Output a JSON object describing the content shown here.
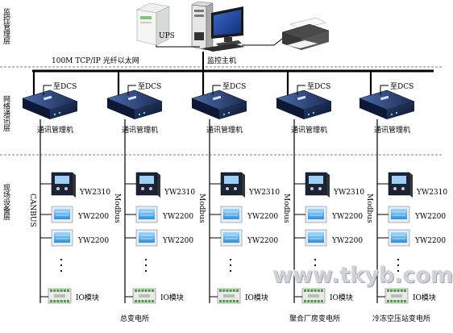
{
  "layers": {
    "monitor": "监控管理层",
    "network": "网络通讯层",
    "field": "现场设备层"
  },
  "top": {
    "ups_label": "UPS",
    "host_label": "监控主机",
    "network_label": "100M TCP/IP 光纤以太网"
  },
  "columns": [
    {
      "to_dcs": "至DCS",
      "gateway": "通讯管理机",
      "bus": "CANBUS",
      "relay": "YW2310",
      "meter1": "YW2200",
      "meter2": "YW2200",
      "io": "IO模块",
      "site": ""
    },
    {
      "to_dcs": "至DCS",
      "gateway": "通讯管理机",
      "bus": "Modbus",
      "relay": "YW2310",
      "meter1": "YW2200",
      "meter2": "YW2200",
      "io": "IO模块",
      "site": "总变电所"
    },
    {
      "to_dcs": "至DCS",
      "gateway": "通讯管理机",
      "bus": "Modbus",
      "relay": "YW2310",
      "meter1": "YW2200",
      "meter2": "YW2200",
      "io": "IO模块",
      "site": ""
    },
    {
      "to_dcs": "至DCS",
      "gateway": "通讯管理机",
      "bus": "Modbus",
      "relay": "YW2310",
      "meter1": "YW2200",
      "meter2": "YW2200",
      "io": "IO模块",
      "site": "聚合厂房变电所"
    },
    {
      "to_dcs": "至DCS",
      "gateway": "通讯管理机",
      "bus": "Modbus",
      "relay": "YW2310",
      "meter1": "YW2200",
      "meter2": "YW2200",
      "io": "IO模块",
      "site": "冷冻空压站变电所"
    }
  ],
  "watermark": "www.tkyb.com"
}
